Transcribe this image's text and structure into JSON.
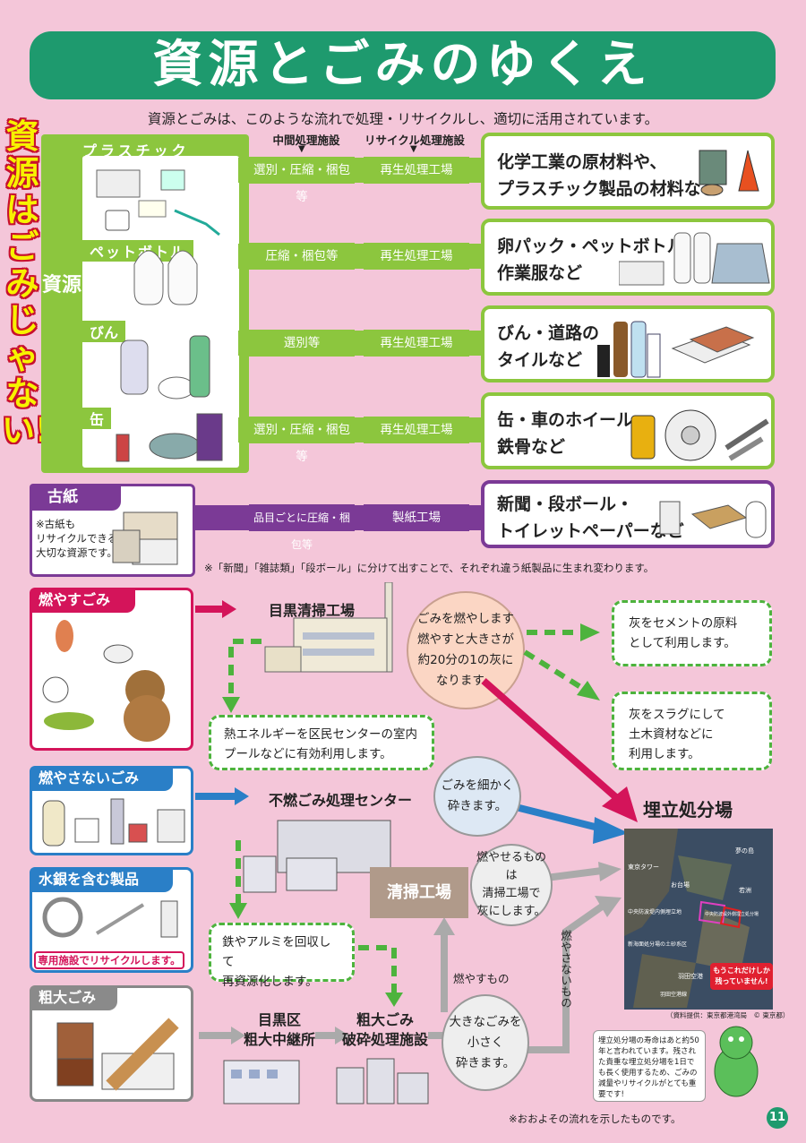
{
  "title": "資源とごみのゆくえ",
  "subtitle": "資源とごみは、このような流れで処理・リサイクルし、適切に活用されています。",
  "slogan": "資源はごみじゃない!!",
  "resource_kanji": "資源",
  "columns": {
    "intermediate": "中間処理施設",
    "recycle": "リサイクル処理施設"
  },
  "resources": [
    {
      "label": "プラスチック",
      "process": "選別・圧縮・梱包等",
      "facility": "再生処理工場",
      "result": [
        "化学工業の原材料や、",
        "プラスチック製品の材料など"
      ]
    },
    {
      "label": "ペットボトル",
      "process": "圧縮・梱包等",
      "facility": "再生処理工場",
      "result": [
        "卵パック・ペットボトル",
        "作業服など"
      ]
    },
    {
      "label": "びん",
      "process": "選別等",
      "facility": "再生処理工場",
      "result": [
        "びん・道路の",
        "タイルなど"
      ]
    },
    {
      "label": "缶",
      "process": "選別・圧縮・梱包等",
      "facility": "再生処理工場",
      "result": [
        "缶・車のホイール・",
        "鉄骨など"
      ]
    }
  ],
  "paper": {
    "label": "古紙",
    "note": [
      "※古紙も",
      "リサイクルできる",
      "大切な資源です。"
    ],
    "process": "品目ごとに圧縮・梱包等",
    "facility": "製紙工場",
    "result": [
      "新聞・段ボール・",
      "トイレットペーパーなど"
    ]
  },
  "paper_footnote": "※「新聞」「雑誌類」「段ボール」に分けて出すことで、それぞれ違う紙製品に生まれ変わります。",
  "burnable": {
    "label": "燃やすごみ",
    "facility": "目黒清掃工場",
    "circle": [
      "ごみを燃やします",
      "燃やすと大きさが",
      "約20分の1の灰に",
      "なります。"
    ],
    "heat": [
      "熱エネルギーを区民センターの室内",
      "プールなどに有効利用します。"
    ],
    "ash1": [
      "灰をセメントの原料",
      "として利用します。"
    ],
    "ash2": [
      "灰をスラグにして",
      "土木資材などに",
      "利用します。"
    ]
  },
  "nonburnable": {
    "label": "燃やさないごみ",
    "facility": "不燃ごみ処理センター",
    "circle": [
      "ごみを細かく",
      "砕きます。"
    ],
    "metal": [
      "鉄やアルミを回収して",
      "再資源化します。"
    ]
  },
  "mercury": {
    "label": "水銀を含む製品",
    "note": "専用施設でリサイクルします。"
  },
  "bulky": {
    "label": "粗大ごみ",
    "relay": [
      "目黒区",
      "粗大中継所"
    ],
    "crusher": [
      "粗大ごみ",
      "破砕処理施設"
    ],
    "circle": [
      "大きなごみを",
      "小さく",
      "砕きます。"
    ],
    "burn_label": "燃やすもの",
    "nonburn_label": "燃やさないもの"
  },
  "seisou": {
    "label": "清掃工場",
    "circle": [
      "燃やせるものは",
      "清掃工場で",
      "灰にします。"
    ]
  },
  "landfill": {
    "title": "埋立処分場",
    "credit": "（資料提供：東京都港湾局　© 東京都）",
    "map_labels": [
      "東京タワー",
      "お台場",
      "若洲",
      "夢の島",
      "羽田空港",
      "中央防波堤内側埋立地",
      "中央防波堤外側埋立処分場",
      "新海面処分場の土砂系区",
      "羽田空港線"
    ],
    "badge": [
      "もうこれだけしか",
      "残っていません!"
    ],
    "note": "埋立処分場の寿命はあと約50年と言われています。残された貴重な埋立処分場を1日でも長く使用するため、ごみの減量やリサイクルがとても重要です!"
  },
  "footer_note": "※おおよその流れを示したものです。",
  "page_number": "11",
  "colors": {
    "green": "#1e9a6e",
    "lime": "#8cc63e",
    "purple": "#7b3a96",
    "red": "#d4145a",
    "blue": "#2a7fc7",
    "pink": "#f4c6d9"
  }
}
